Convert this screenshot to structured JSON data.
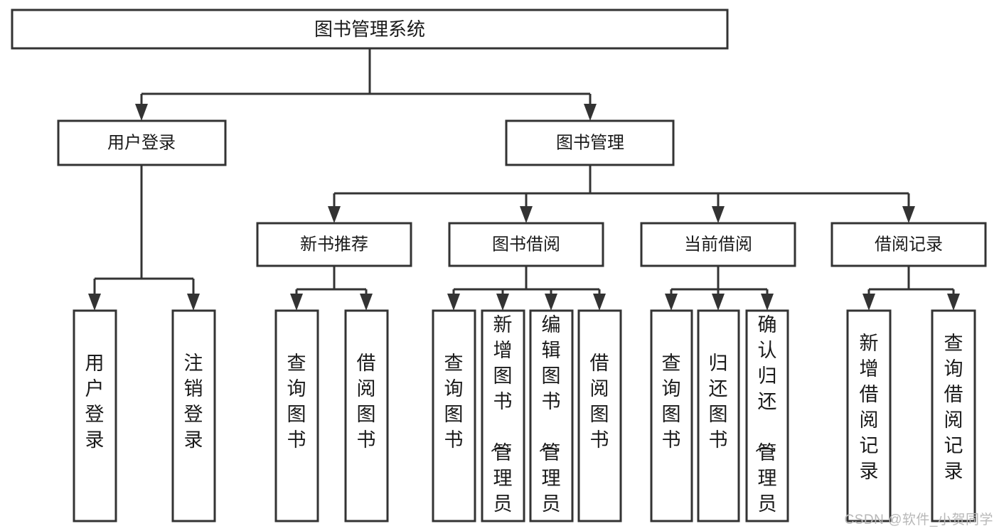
{
  "diagram": {
    "title": "图书管理系统",
    "type": "tree-hierarchy-flowchart",
    "root": {
      "id": "root",
      "label": "图书管理系统"
    },
    "level2": [
      {
        "id": "user-login",
        "label": "用户登录"
      },
      {
        "id": "book-manage",
        "label": "图书管理"
      }
    ],
    "level3": [
      {
        "id": "new-book-recommend",
        "label": "新书推荐",
        "parent": "book-manage"
      },
      {
        "id": "book-borrow",
        "label": "图书借阅",
        "parent": "book-manage"
      },
      {
        "id": "current-borrow",
        "label": "当前借阅",
        "parent": "book-manage"
      },
      {
        "id": "borrow-record",
        "label": "借阅记录",
        "parent": "book-manage"
      }
    ],
    "leaves": [
      {
        "id": "leaf-user-login",
        "label": "用户登录",
        "parent": "user-login"
      },
      {
        "id": "leaf-logout-login",
        "label": "注销登录",
        "parent": "user-login"
      },
      {
        "id": "leaf-query-book-1",
        "label": "查询图书",
        "parent": "new-book-recommend"
      },
      {
        "id": "leaf-borrow-book-1",
        "label": "借阅图书",
        "parent": "new-book-recommend"
      },
      {
        "id": "leaf-query-book-2",
        "label": "查询图书",
        "parent": "book-borrow"
      },
      {
        "id": "leaf-add-book",
        "label": "新增图书（管理员）",
        "parent": "book-borrow"
      },
      {
        "id": "leaf-edit-book",
        "label": "编辑图书（管理员）",
        "parent": "book-borrow"
      },
      {
        "id": "leaf-borrow-book-2",
        "label": "借阅图书",
        "parent": "book-borrow"
      },
      {
        "id": "leaf-query-book-3",
        "label": "查询图书",
        "parent": "current-borrow"
      },
      {
        "id": "leaf-return-book",
        "label": "归还图书",
        "parent": "current-borrow"
      },
      {
        "id": "leaf-confirm-return",
        "label": "确认归还（管理员）",
        "parent": "current-borrow"
      },
      {
        "id": "leaf-add-record",
        "label": "新增借阅记录",
        "parent": "borrow-record"
      },
      {
        "id": "leaf-query-record",
        "label": "查询借阅记录",
        "parent": "borrow-record"
      }
    ]
  },
  "watermark": {
    "text": "CSDN @软件_小贺同学"
  },
  "colors": {
    "stroke": "#333333",
    "fill": "#ffffff",
    "text": "#1a1a1a",
    "watermark": "#b8b8b8"
  }
}
